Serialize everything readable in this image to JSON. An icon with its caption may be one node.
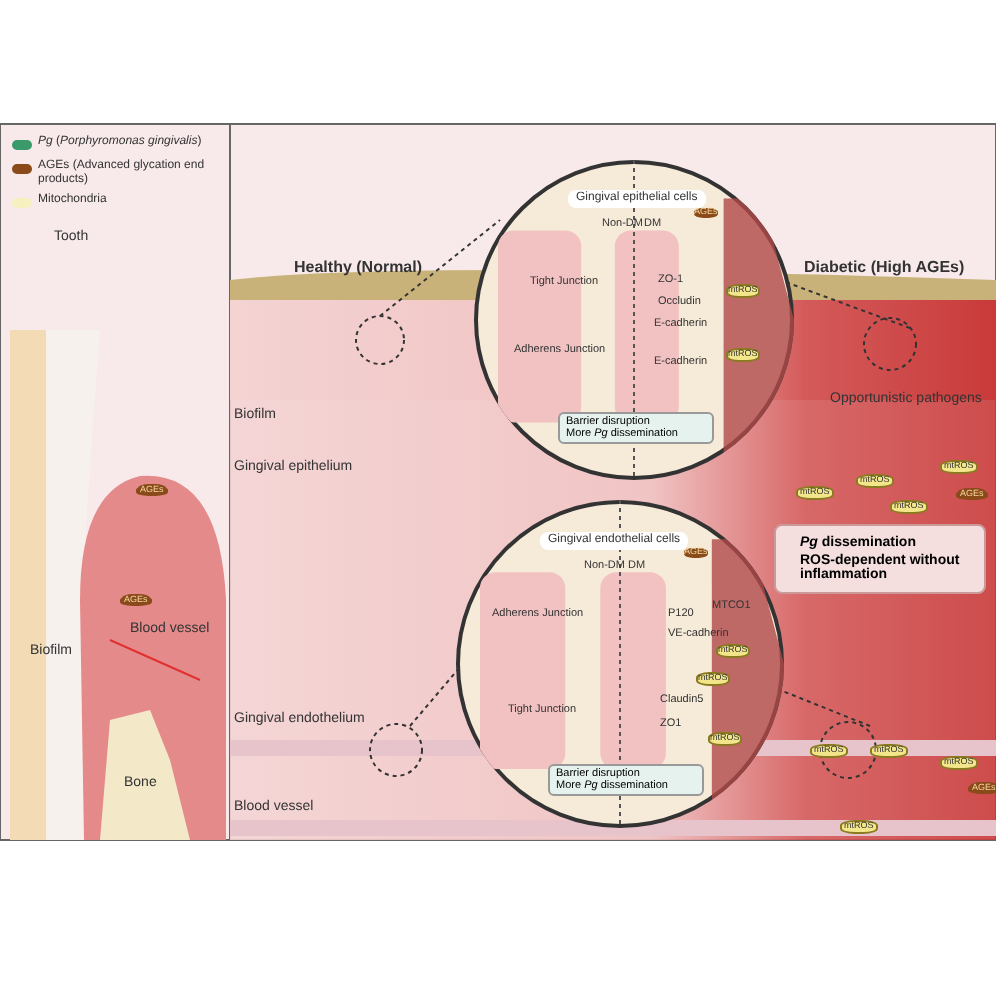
{
  "diagram": {
    "nodes": [
      {
        "text": [
          "Gingival epithelial cells",
          "Non-DM",
          "DM",
          "Tight Junction",
          "ZO-1",
          "Occludin",
          "Adherens Junction",
          "E-cadherin",
          "E-cadherin",
          "AGEs",
          "mtROS",
          "mtROS"
        ]
      },
      {
        "text": [
          "Barrier disruption",
          "More *Pg* dissemination"
        ],
        "in": 0
      },
      {
        "text": [
          "Gingival endothelial cells",
          "Non-DM",
          "DM",
          "Adherens Junction",
          "P120",
          "VE-cadherin",
          "Tight Junction",
          "Claudin5",
          "ZO1",
          "AGEs",
          "MTCO1",
          "mtROS",
          "mtROS",
          "mtROS"
        ]
      },
      {
        "text": [
          "Barrier disruption",
          "More *Pg* dissemination"
        ],
        "in": 2
      },
      {
        "text": [
          "*Pg* dissemination",
          "ROS-dependent without inflammation"
        ]
      }
    ],
    "labels": [
      "Tooth",
      "AGEs",
      "AGEs",
      "Blood vessel",
      "Biofilm",
      "Bone",
      "Healthy (Normal)",
      "Diabetic (High AGEs)",
      "Biofilm",
      "Opportunistic pathogens",
      "Gingival epithelium",
      "mtROS",
      "mtROS",
      "mtROS",
      "mtROS",
      "AGEs",
      "Gingival endothelium",
      "Blood vessel",
      "mtROS",
      "mtROS",
      "mtROS",
      "mtROS",
      "AGEs"
    ],
    "legend": [
      {
        "text": "*Pg* (*Porphyromonas gingivalis*)"
      },
      {
        "text": "AGEs (Advanced glycation end products)"
      },
      {
        "text": "Mitochondria"
      }
    ]
  }
}
